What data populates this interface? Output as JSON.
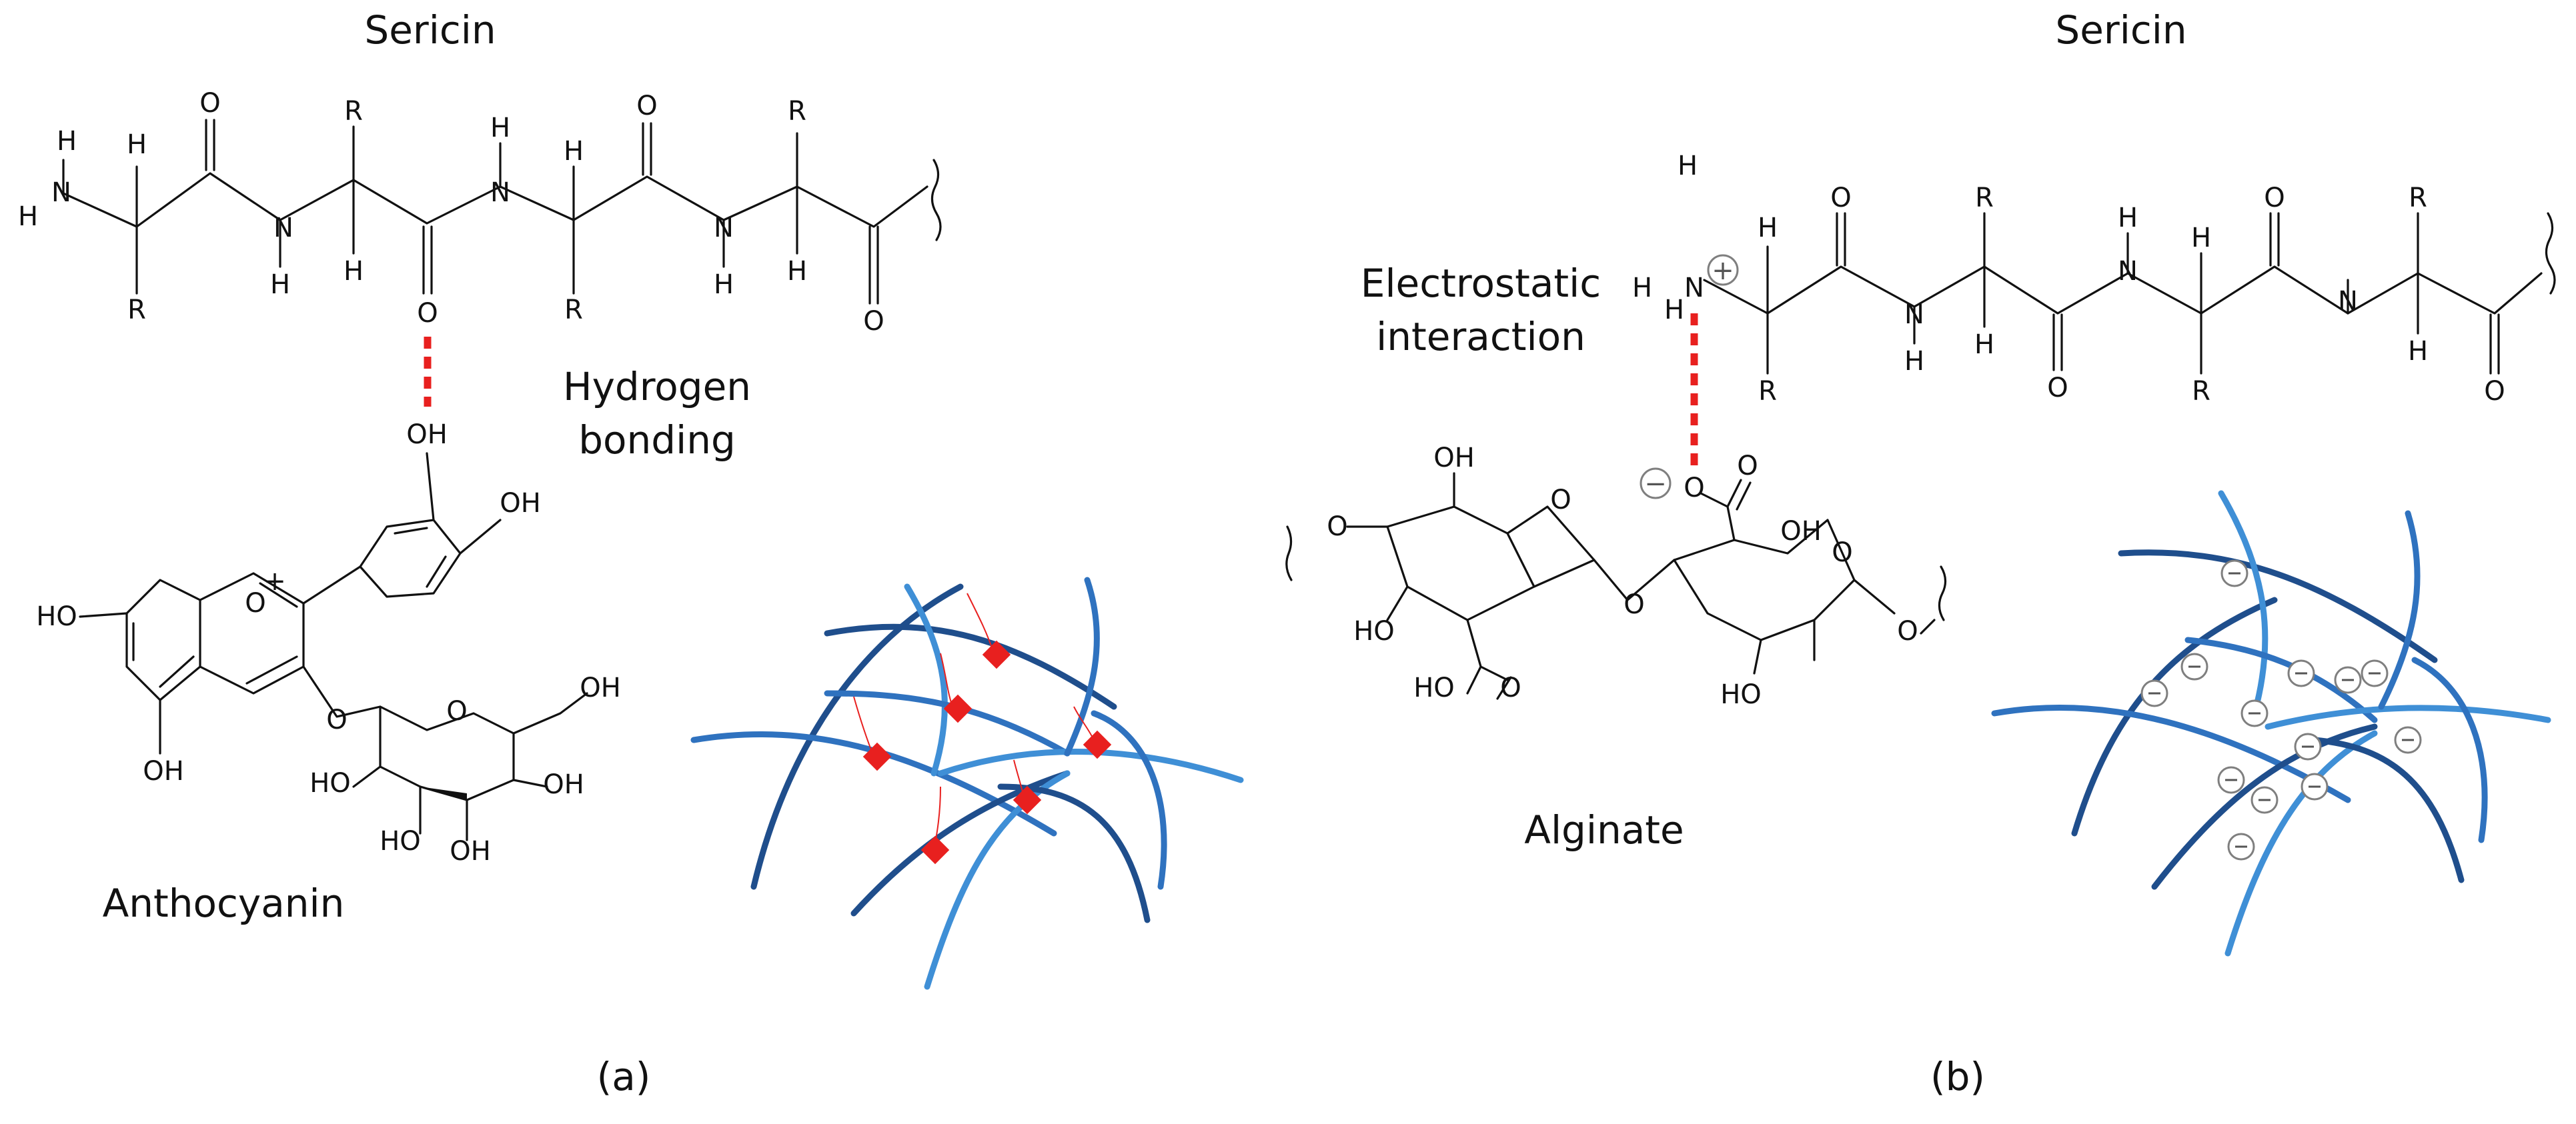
{
  "panel_a": {
    "title": "Sericin",
    "interaction_label_line1": "Hydrogen",
    "interaction_label_line2": "bonding",
    "molecule_name": "Anthocyanin",
    "panel_label": "(a)"
  },
  "panel_b": {
    "title": "Sericin",
    "interaction_label_line1": "Electrostatic",
    "interaction_label_line2": "interaction",
    "molecule_name": "Alginate",
    "panel_label": "(b)"
  },
  "atoms": {
    "H": "H",
    "N": "N",
    "O": "O",
    "R": "R",
    "OH": "OH",
    "HO": "HO",
    "plus": "+",
    "plus_circle": "+",
    "minus_circle": "−"
  },
  "colors": {
    "hydrogen_bond": "#e8201f",
    "network_dark": "#1f4e8c",
    "network_mid": "#2f72bf",
    "network_light": "#3f8fd6",
    "drug_marker": "#e8201f",
    "charge_marker": "#808080"
  }
}
